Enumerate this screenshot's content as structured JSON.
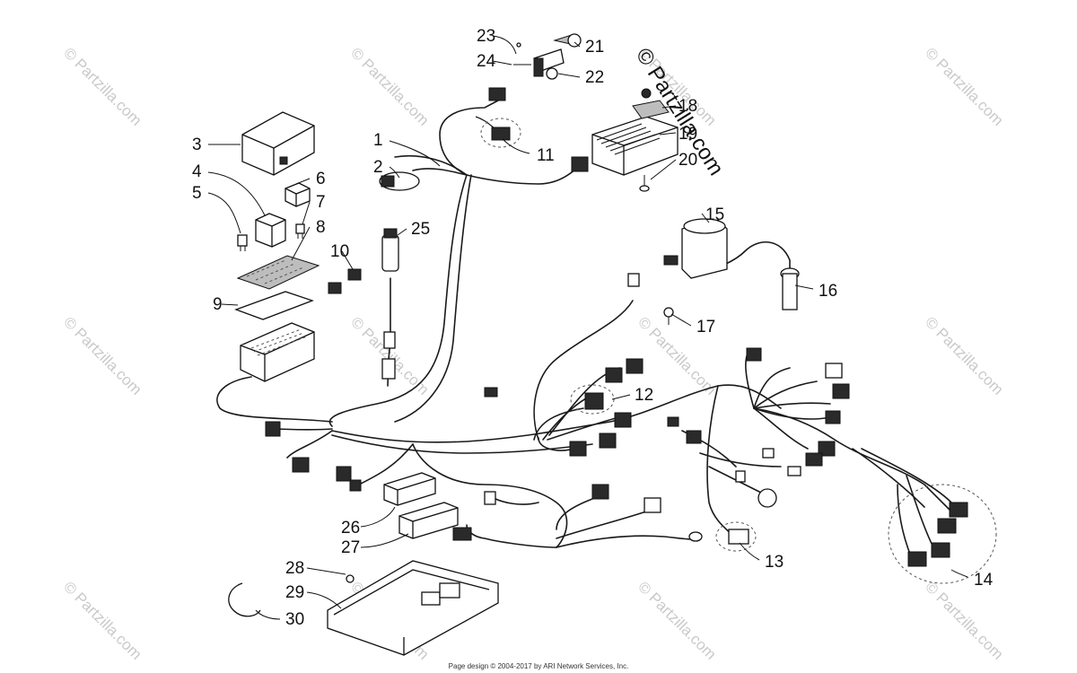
{
  "diagram": {
    "callouts": [
      "1",
      "2",
      "3",
      "4",
      "5",
      "6",
      "7",
      "8",
      "9",
      "10",
      "11",
      "12",
      "13",
      "14",
      "15",
      "16",
      "17",
      "18",
      "19",
      "20",
      "21",
      "22",
      "23",
      "24",
      "25",
      "26",
      "27",
      "28",
      "29",
      "30"
    ],
    "watermark": "© Partzilla.com",
    "copyright_stamp": "© Partzilla.com",
    "footer": "Page design © 2004-2017 by ARI Network Services, Inc."
  }
}
